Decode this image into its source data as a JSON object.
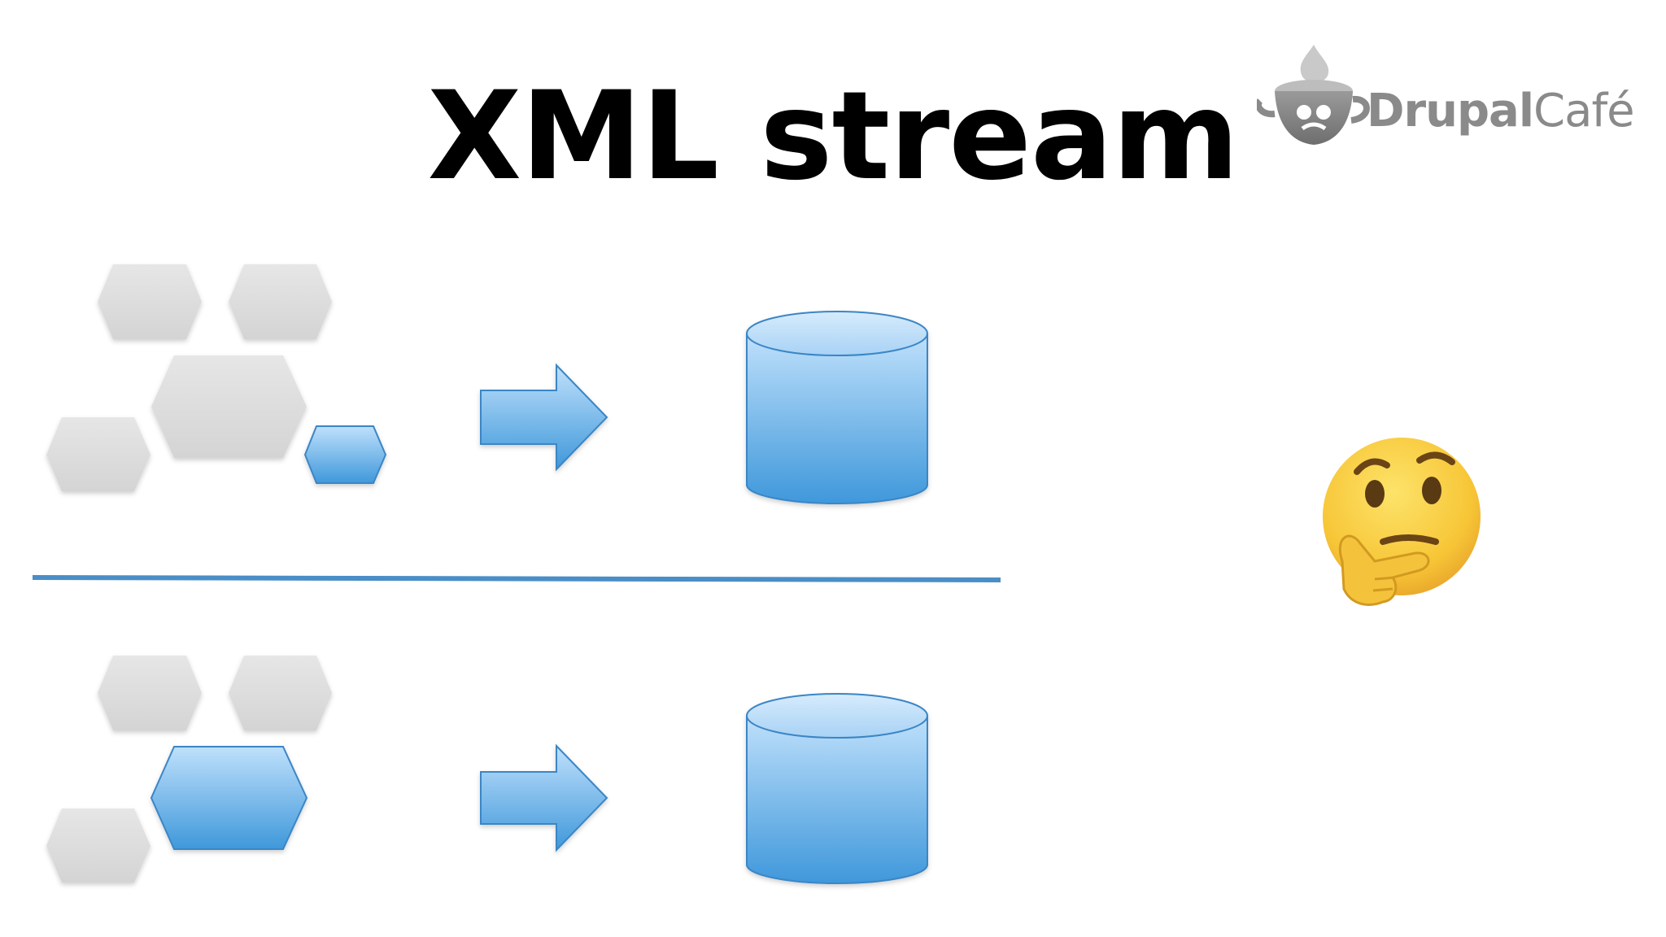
{
  "slide": {
    "title": "XML stream",
    "logo_text_bold": "Drupal",
    "logo_text_light": "Café"
  },
  "colors": {
    "gray_hex": "#dcdcdc",
    "blue_light": "#bfe0fb",
    "blue_dark": "#3f98db",
    "divider": "#4a8ec7",
    "emoji": "#f6c33a"
  },
  "icons": {
    "logo": "drupal-cafe-logo-icon",
    "emoji": "thinking-face-emoji-icon",
    "arrow": "right-arrow-icon",
    "database": "database-cylinder-icon"
  }
}
